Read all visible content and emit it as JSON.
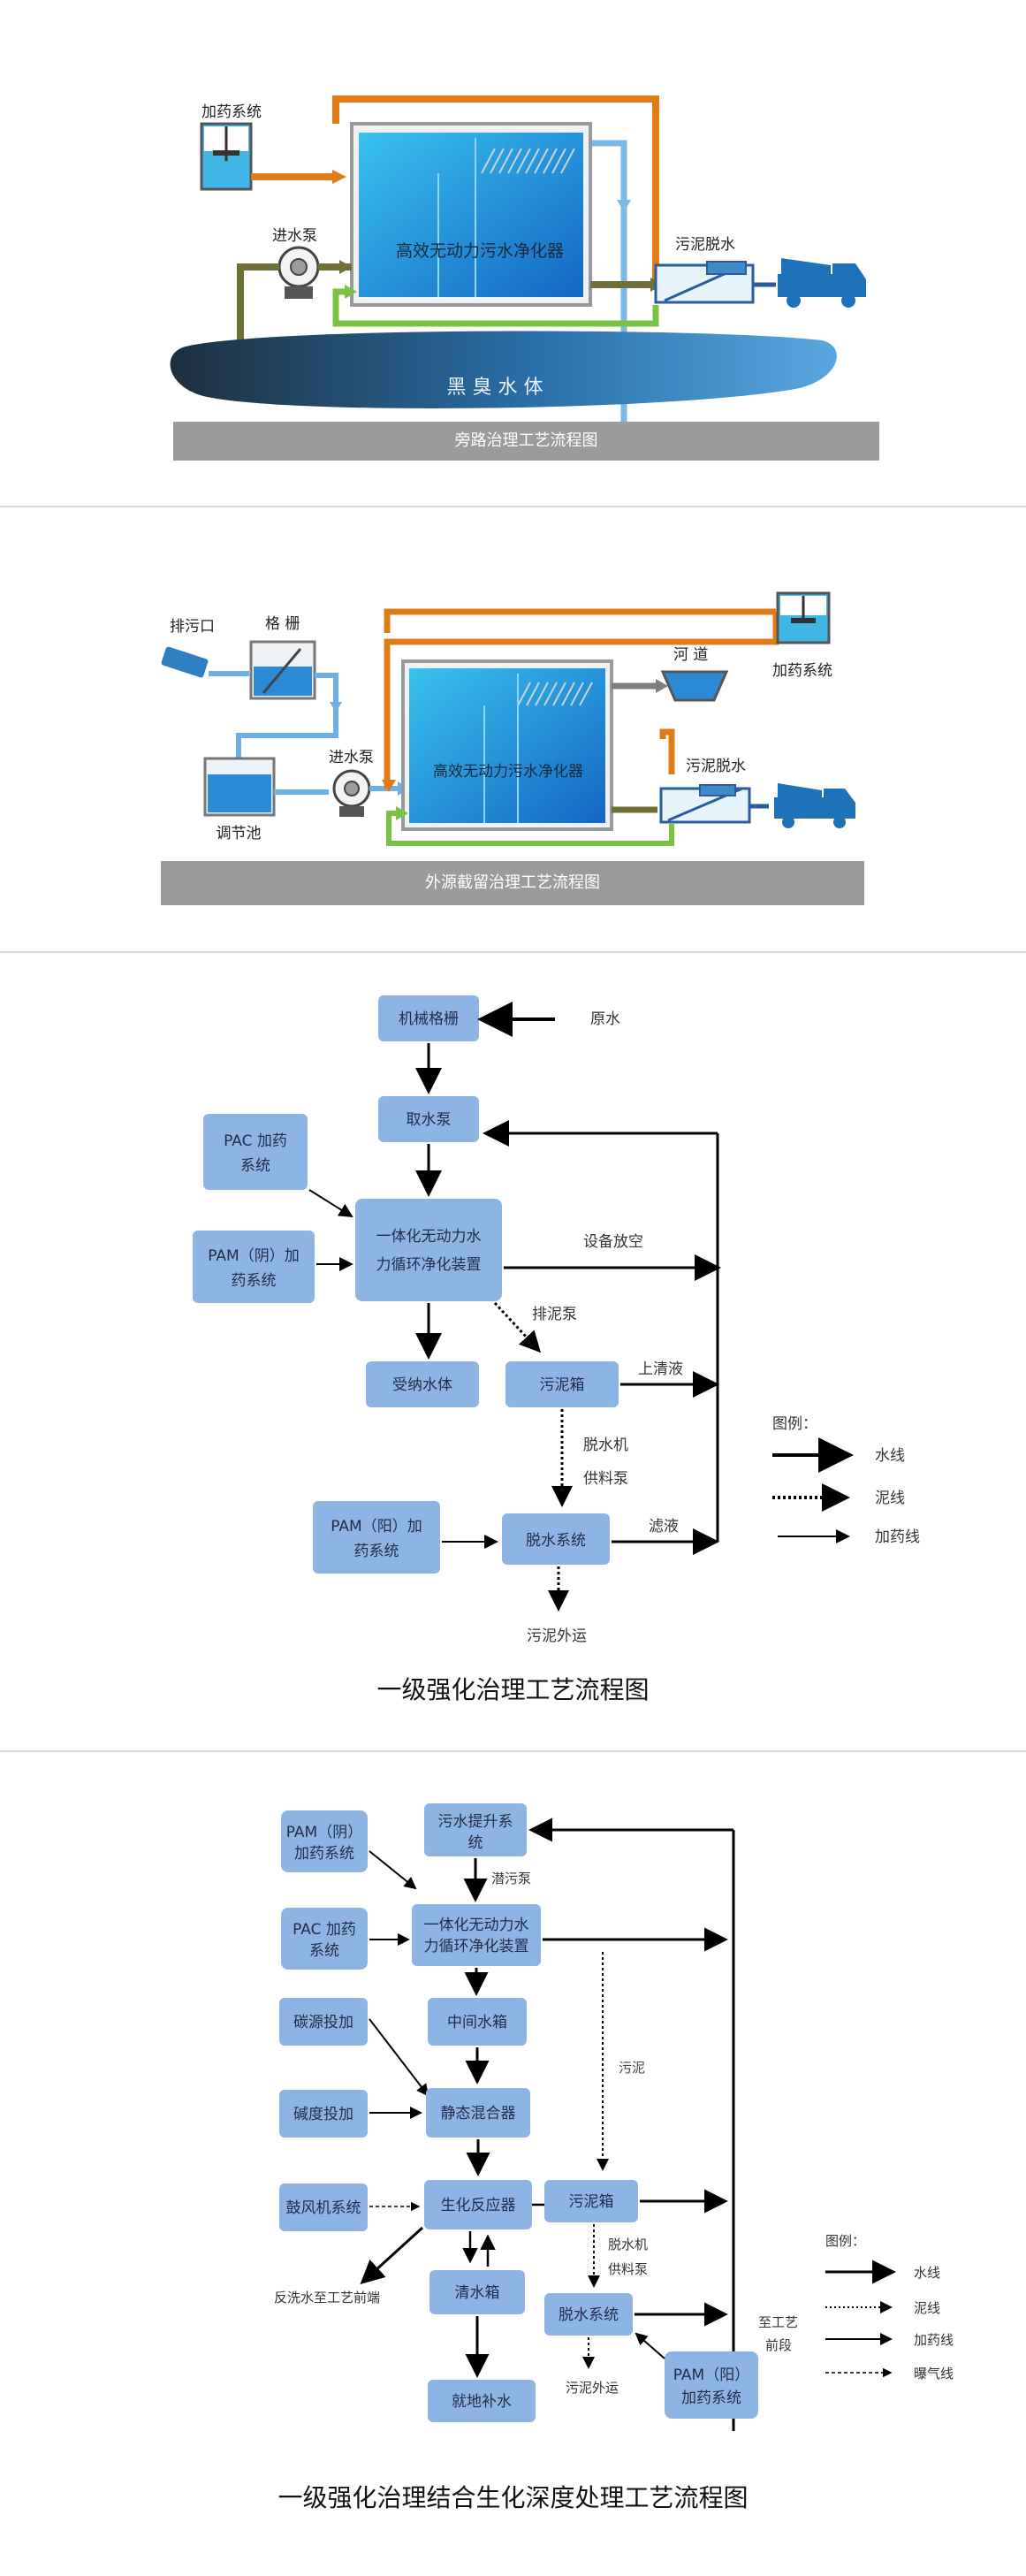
{
  "diagram1": {
    "dosing": "加药系统",
    "pump": "进水泵",
    "purifier": "高效无动力污水净化器",
    "dewater": "污泥脱水",
    "water_body": "黑 臭 水 体",
    "caption": "旁路治理工艺流程图",
    "colors": {
      "orange": "#e07b1a",
      "green": "#7cc242",
      "blue": "#5aa0dc",
      "olive": "#6f6f3a"
    }
  },
  "diagram2": {
    "outlet": "排污口",
    "grille": "格 栅",
    "river": "河 道",
    "dosing": "加药系统",
    "regulating_pool": "调节池",
    "pump": "进水泵",
    "purifier": "高效无动力污水净化器",
    "dewater": "污泥脱水",
    "caption": "外源截留治理工艺流程图"
  },
  "diagram3": {
    "raw_water": "原水",
    "grille": "机械格栅",
    "intake_pump": "取水泵",
    "pac": [
      "PAC 加药",
      "系统"
    ],
    "pam_neg": [
      "PAM（阴）加",
      "药系统"
    ],
    "device": [
      "一体化无动力水",
      "力循环净化装置"
    ],
    "drain_label": "设备放空",
    "sludge_pump": "排泥泵",
    "receiving": "受纳水体",
    "sludge_tank": "污泥箱",
    "supernatant": "上清液",
    "dewater_feed": [
      "脱水机",
      "供料泵"
    ],
    "pam_pos": [
      "PAM（阳）加",
      "药系统"
    ],
    "dewater_sys": "脱水系统",
    "filtrate": "滤液",
    "sludge_out": "污泥外运",
    "legend_title": "图例：",
    "legend": [
      "水线",
      "泥线",
      "加药线"
    ],
    "title": "一级强化治理工艺流程图"
  },
  "diagram4": {
    "lift": [
      "污水提升系",
      "统"
    ],
    "sub_pump": "潜污泵",
    "pam_neg": [
      "PAM（阴）",
      "加药系统"
    ],
    "pac": [
      "PAC 加药",
      "系统"
    ],
    "device": [
      "一体化无动力水",
      "力循环净化装置"
    ],
    "carbon": "碳源投加",
    "alkali": "碱度投加",
    "mid_tank": "中间水箱",
    "mixer": "静态混合器",
    "blower": "鼓风机系统",
    "bioreactor": "生化反应器",
    "sludge_label": "污泥",
    "sludge_tank": "污泥箱",
    "dewater_feed": [
      "脱水机",
      "供料泵"
    ],
    "backwash": "反洗水至工艺前端",
    "clear_tank": "清水箱",
    "dewater_sys": "脱水系统",
    "to_front": [
      "至工艺",
      "前段"
    ],
    "sludge_out": "污泥外运",
    "pam_pos": [
      "PAM（阳）",
      "加药系统"
    ],
    "replenish": "就地补水",
    "legend_title": "图例：",
    "legend": [
      "水线",
      "泥线",
      "加药线",
      "曝气线"
    ],
    "title": "一级强化治理结合生化深度处理工艺流程图"
  }
}
